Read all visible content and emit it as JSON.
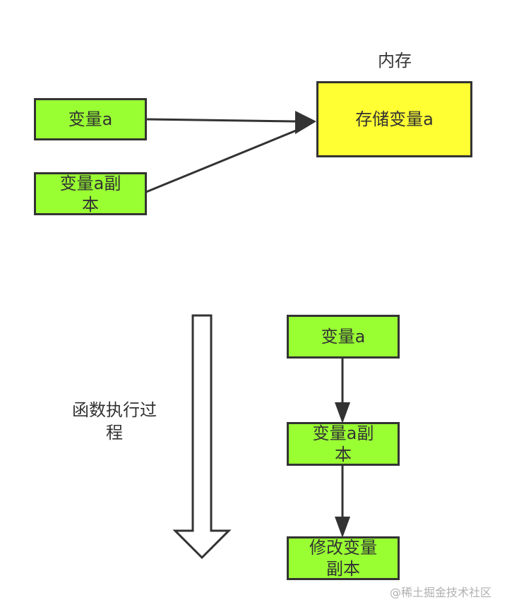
{
  "top": {
    "memory_label": "内存",
    "storage_box": "存储变量a",
    "var_box": "变量a",
    "copy_box": "变量a副本"
  },
  "bottom": {
    "process_label": "函数执行过程",
    "var_box": "变量a",
    "copy_box": "变量a副本",
    "modify_box": "修改变量副本"
  },
  "watermark": "@稀土掘金技术社区",
  "colors": {
    "green_fill": "#99ff33",
    "yellow_fill": "#ffff33",
    "stroke": "#333333"
  }
}
